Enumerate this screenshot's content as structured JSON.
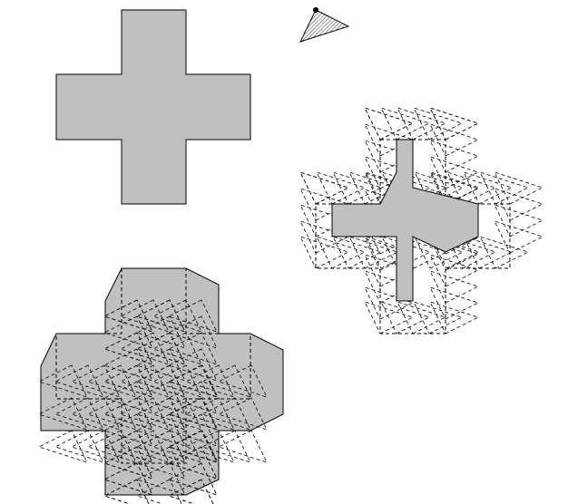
{
  "figure": {
    "panels": [
      {
        "name": "original-cross",
        "description_visible": false
      },
      {
        "name": "robot-triangle",
        "reference_point": true
      },
      {
        "name": "free-space-cross",
        "shrunk": true
      },
      {
        "name": "obstacle-cross",
        "grown": true
      }
    ],
    "colors": {
      "fill": "#c0c0c0",
      "stroke": "#000000",
      "dash": "#000000",
      "background": "#ffffff"
    }
  }
}
